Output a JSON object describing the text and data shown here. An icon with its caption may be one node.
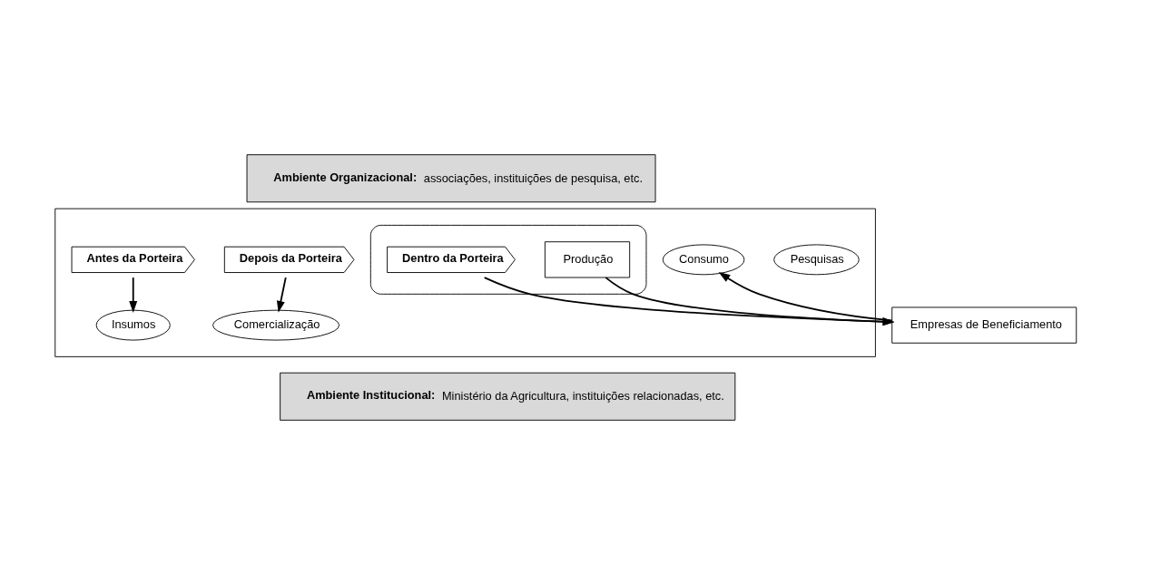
{
  "diagram": {
    "nodes": [
      {
        "text": [
          "**Ambiente Organizacional:** associações, instituições de pesquisa, etc."
        ]
      },
      {
        "text": [],
        "shape": "box"
      },
      {
        "text": [],
        "shape": "triangle",
        "in": 1
      },
      {
        "text": [
          "Antes da Porteira"
        ],
        "in": 1
      },
      {
        "text": [
          "Insumos"
        ],
        "in": 1
      },
      {
        "text": [
          "Pesquisas"
        ],
        "in": 1
      },
      {
        "text": [
          "Dentro da Porteira"
        ],
        "in": 2
      },
      {
        "text": [
          "Produção"
        ],
        "in": 2
      },
      {
        "text": [
          "Empresas de Beneficiamento"
        ]
      },
      {
        "text": [
          "Depois da Porteira"
        ],
        "in": 1
      },
      {
        "text": [
          "Comercialização"
        ],
        "in": 1
      },
      {
        "text": [
          "Consumo"
        ],
        "in": 1
      },
      {
        "text": [
          "**Ambiente Institucional:** Ministério da Agricultura, instituições relacionadas, etc."
        ]
      }
    ],
    "edges": [
      {
        "from": 3,
        "to": 4,
        "arrow": "to"
      },
      {
        "from": 6,
        "to": 8,
        "arrow": "to"
      },
      {
        "from": 9,
        "to": 10,
        "arrow": "to"
      },
      {
        "from": 7,
        "to": 8,
        "arrow": "to"
      },
      {
        "from": 8,
        "to": 11,
        "arrow": "to"
      }
    ]
  }
}
